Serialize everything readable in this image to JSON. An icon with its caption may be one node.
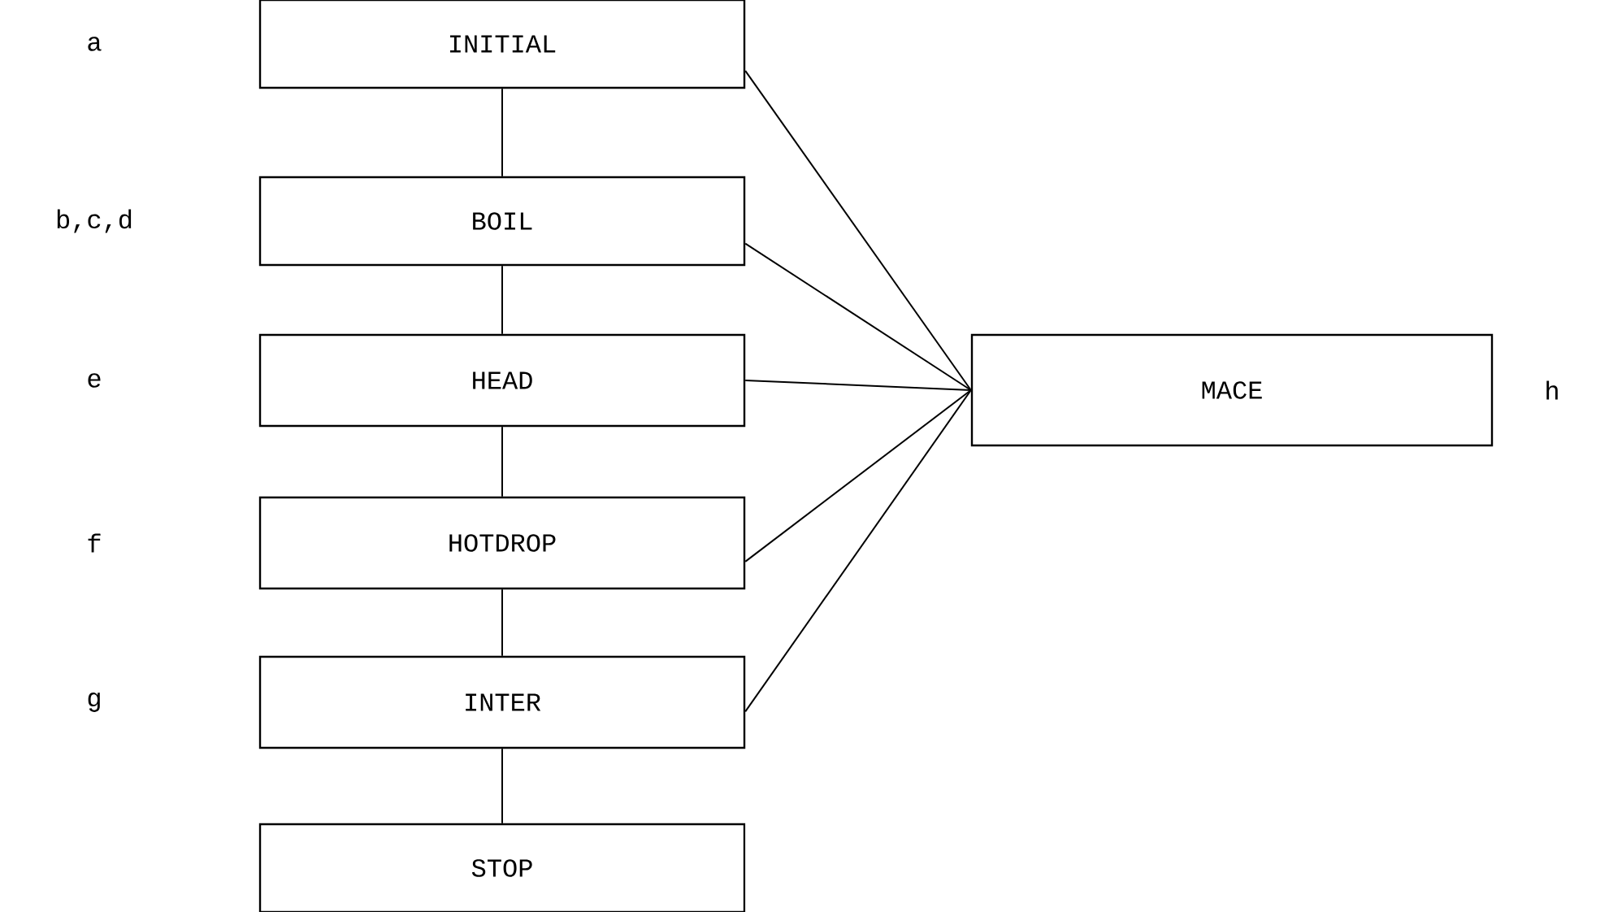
{
  "diagram": {
    "nodes": [
      {
        "text": [
          "INITIAL"
        ]
      },
      {
        "text": [
          "BOIL"
        ]
      },
      {
        "text": [
          "HEAD"
        ]
      },
      {
        "text": [
          "HOTDROP"
        ]
      },
      {
        "text": [
          "INTER"
        ]
      },
      {
        "text": [
          "STOP"
        ]
      },
      {
        "text": [
          "MACE"
        ],
        "beside": [
          "h"
        ]
      }
    ],
    "edges": [
      {
        "from": 0,
        "to": 1,
        "arrow": "none"
      },
      {
        "from": 1,
        "to": 2,
        "arrow": "none"
      },
      {
        "from": 2,
        "to": 3,
        "arrow": "none"
      },
      {
        "from": 3,
        "to": 4,
        "arrow": "none"
      },
      {
        "from": 4,
        "to": 5,
        "arrow": "none"
      },
      {
        "from": 0,
        "to": 6,
        "arrow": "none"
      },
      {
        "from": 1,
        "to": 6,
        "arrow": "none"
      },
      {
        "from": 2,
        "to": 6,
        "arrow": "none"
      },
      {
        "from": 3,
        "to": 6,
        "arrow": "none"
      },
      {
        "from": 4,
        "to": 6,
        "arrow": "none"
      }
    ],
    "labels": [
      "a",
      "b,c,d",
      "e",
      "f",
      "g"
    ]
  }
}
